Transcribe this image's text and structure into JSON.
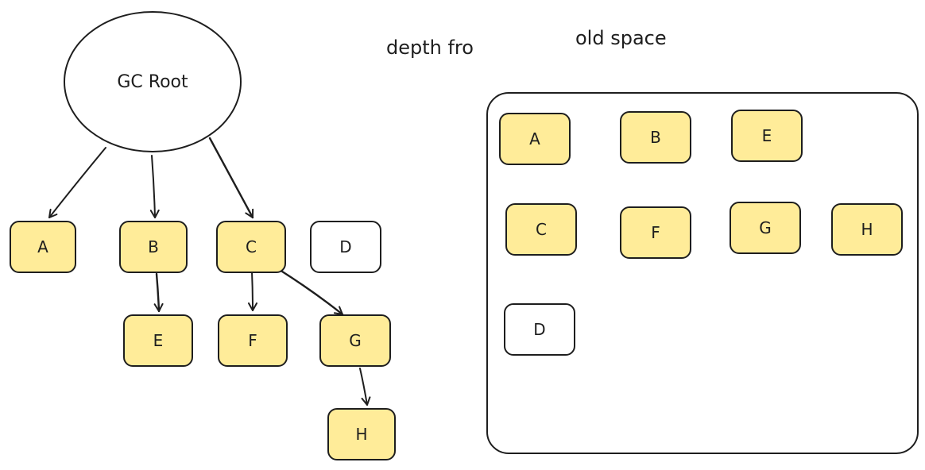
{
  "colors": {
    "filled": "#ffec99",
    "empty": "#ffffff",
    "stroke": "#1e1e1e"
  },
  "root": {
    "label": "GC Root"
  },
  "annotations": {
    "depth": "depth fro",
    "old_space": "old space"
  },
  "tree_nodes": {
    "a": {
      "label": "A",
      "filled": true
    },
    "b": {
      "label": "B",
      "filled": true
    },
    "c": {
      "label": "C",
      "filled": true
    },
    "d": {
      "label": "D",
      "filled": false
    },
    "e": {
      "label": "E",
      "filled": true
    },
    "f": {
      "label": "F",
      "filled": true
    },
    "g": {
      "label": "G",
      "filled": true
    },
    "h": {
      "label": "H",
      "filled": true
    }
  },
  "old_space_nodes": {
    "a": {
      "label": "A",
      "filled": true
    },
    "b": {
      "label": "B",
      "filled": true
    },
    "e": {
      "label": "E",
      "filled": true
    },
    "c": {
      "label": "C",
      "filled": true
    },
    "f": {
      "label": "F",
      "filled": true
    },
    "g": {
      "label": "G",
      "filled": true
    },
    "h": {
      "label": "H",
      "filled": true
    },
    "d": {
      "label": "D",
      "filled": false
    }
  },
  "edges": [
    {
      "from": "GC Root",
      "to": "A"
    },
    {
      "from": "GC Root",
      "to": "B"
    },
    {
      "from": "GC Root",
      "to": "C"
    },
    {
      "from": "B",
      "to": "E"
    },
    {
      "from": "C",
      "to": "F"
    },
    {
      "from": "C",
      "to": "G"
    },
    {
      "from": "G",
      "to": "H"
    }
  ]
}
